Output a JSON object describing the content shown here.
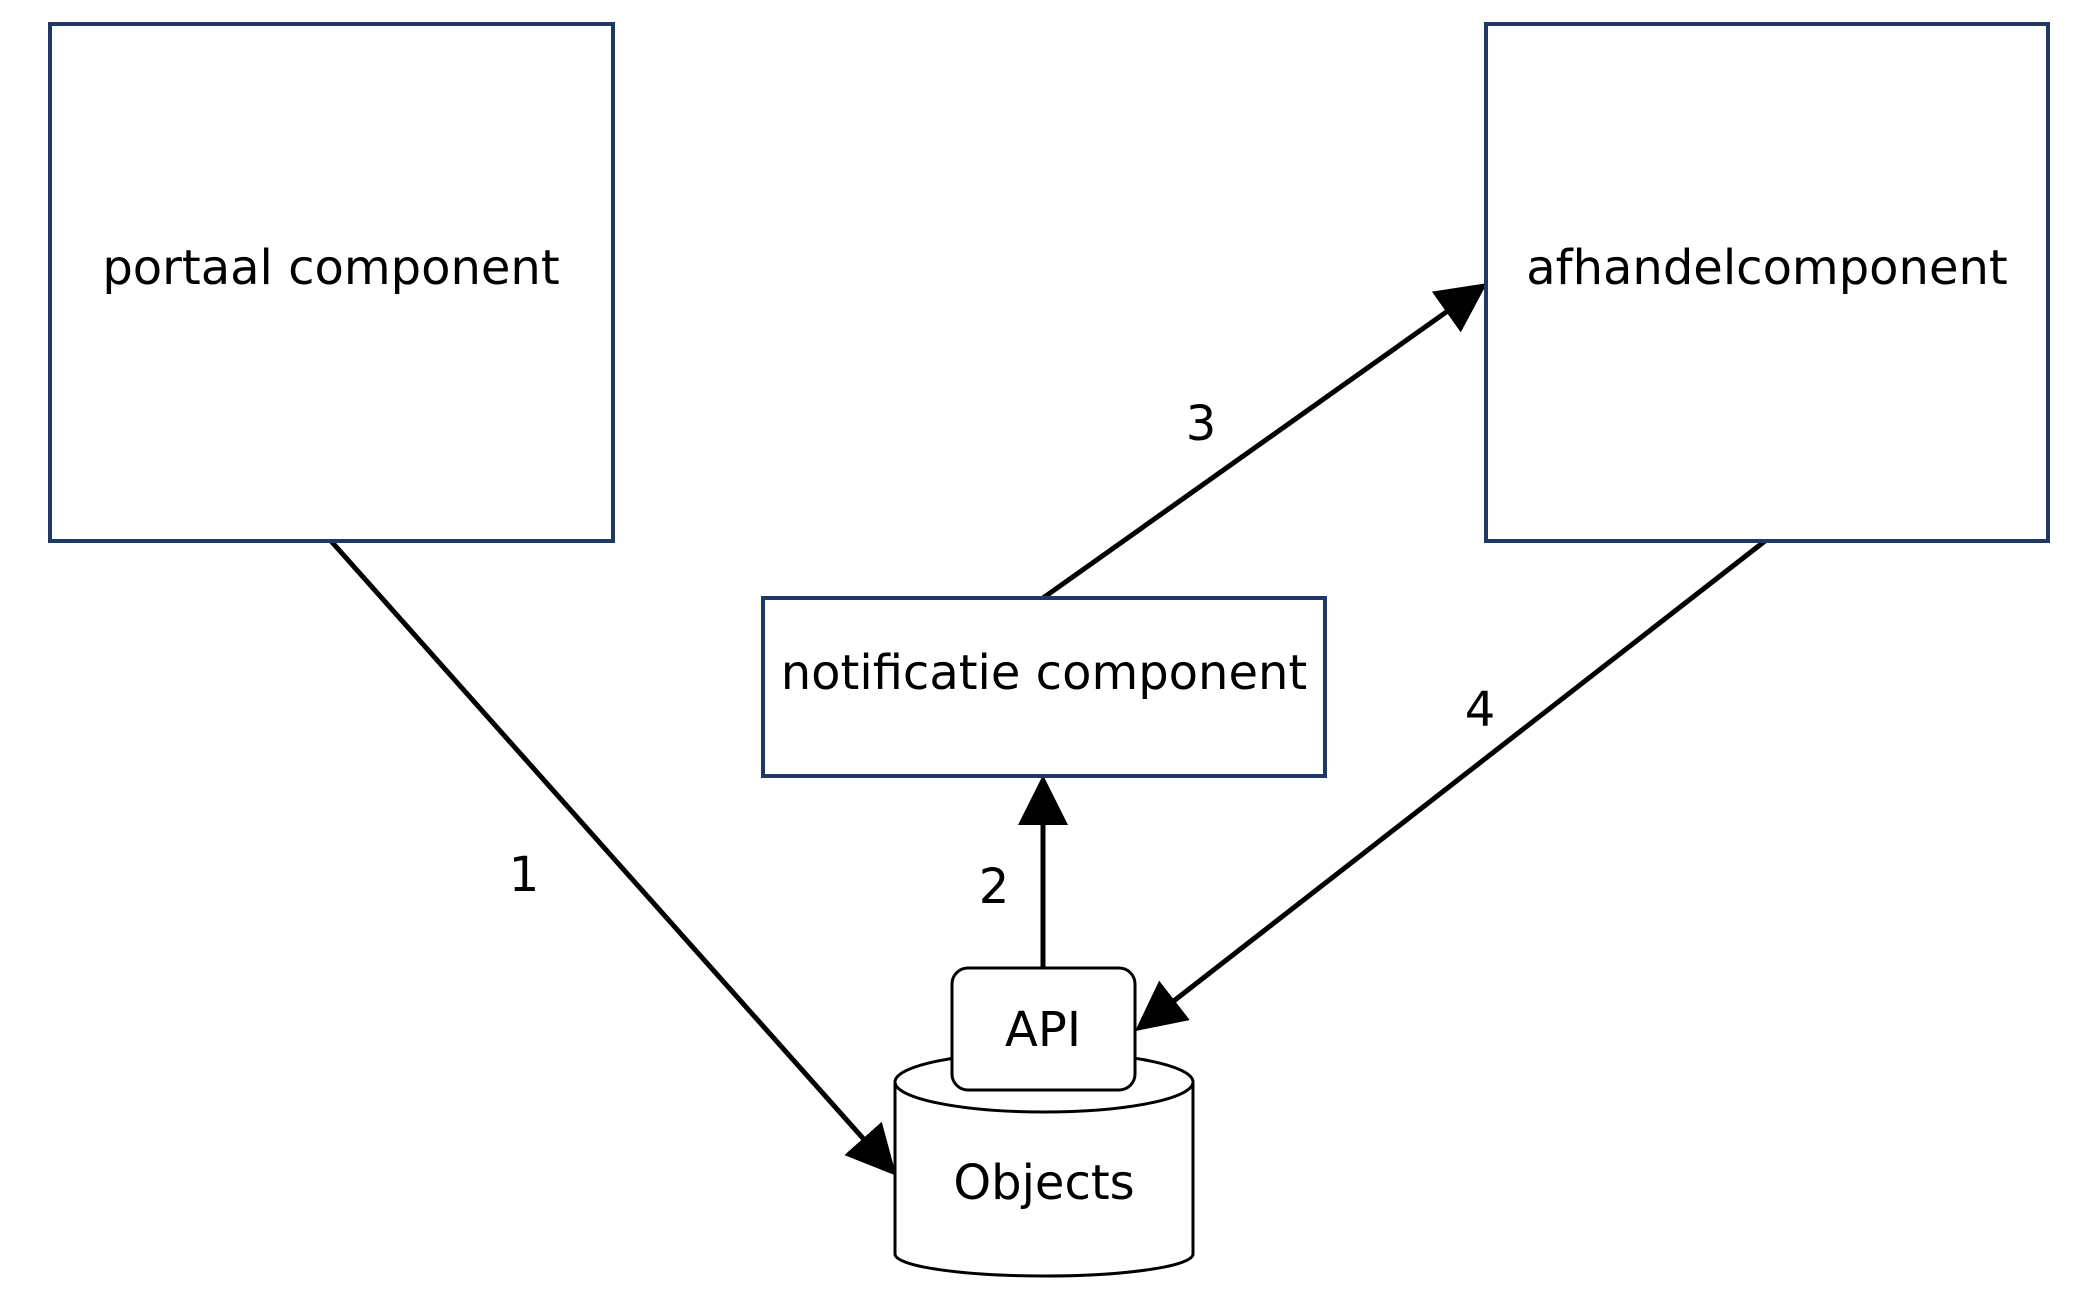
{
  "nodes": {
    "portaal": {
      "label": "portaal component"
    },
    "afhandel": {
      "label": "afhandelcomponent"
    },
    "notificatie": {
      "label": "notificatie component"
    },
    "api": {
      "label": "API"
    },
    "objects": {
      "label": "Objects"
    }
  },
  "edges": [
    {
      "label": "1",
      "from": "portaal component",
      "to": "Objects"
    },
    {
      "label": "2",
      "from": "API",
      "to": "notificatie component"
    },
    {
      "label": "3",
      "from": "notificatie component",
      "to": "afhandelcomponent"
    },
    {
      "label": "4",
      "from": "afhandelcomponent",
      "to": "API"
    }
  ],
  "colors": {
    "box_stroke": "#1f3864",
    "edge_stroke": "#000000"
  }
}
